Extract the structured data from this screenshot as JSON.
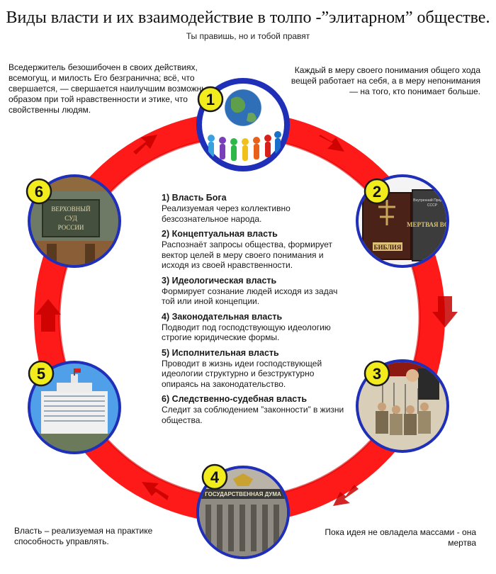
{
  "header": {
    "title": "Виды власти и их взаимодействие в толпо -”элитарном” обществе.",
    "subtitle": "Ты правишь, но и тобой правят"
  },
  "notes": {
    "top_left": "Вседержитель безошибочен в своих действиях, всемогущ, и милость Его безгранична;  всё, что свершается, — свершается наилучшим возможным образом при той нравственности и этике, что свойственны людям.",
    "top_right": "Каждый в меру своего понимания общего хода вещей работает на себя, а в меру непонимания —  на того, кто понимает больше.",
    "bottom_left": "Власть – реализуемая на практике способность управлять.",
    "bottom_right": "Пока идея не овладела массами - она мертва"
  },
  "nodes": [
    {
      "number": "1",
      "image": "globe-people"
    },
    {
      "number": "2",
      "image": "books"
    },
    {
      "number": "3",
      "image": "caricature"
    },
    {
      "number": "4",
      "image": "state-duma"
    },
    {
      "number": "5",
      "image": "white-house"
    },
    {
      "number": "6",
      "image": "supreme-court"
    }
  ],
  "images": {
    "bible_label": "БИБЛИЯ",
    "book_dead_water_title": "МЕРТВАЯ ВОДА",
    "book_dead_water_line1": "Внутренний Предиктор",
    "book_dead_water_line2": "СССР",
    "duma_sign": "ГОСУДАРСТВЕННАЯ ДУМА",
    "court_line1": "ВЕРХОВНЫЙ",
    "court_line2": "СУД",
    "court_line3": "РОССИИ"
  },
  "items": [
    {
      "title": "1) Власть Бога",
      "description": "Реализуемая через коллективно безсознательное народа."
    },
    {
      "title": "2) Концептуальная власть",
      "description": "Распознаёт запросы общества, формирует вектор целей  в меру своего понимания и исходя из своей  нравственности."
    },
    {
      "title": "3) Идеологическая власть",
      "description": "Формирует сознание людей исходя из задач той или иной концепции."
    },
    {
      "title": "4) Законодательная власть",
      "description": "Подводит под господствующую идеологию строгие юридические формы."
    },
    {
      "title": "5) Исполнительная власть",
      "description": "Проводит в жизнь идеи господствующей идеологии структурно и безструктурно опираясь на  законодательство."
    },
    {
      "title": "6) Следственно-судебная власть",
      "description": "Следит за соблюдением ”законности” в жизни общества."
    }
  ],
  "colors": {
    "ring": "#ff1a1a",
    "ring_dark": "#c40000",
    "node_border": "#1f2fb8",
    "badge_fill": "#f2ec1c",
    "badge_border": "#1a1a1a"
  }
}
